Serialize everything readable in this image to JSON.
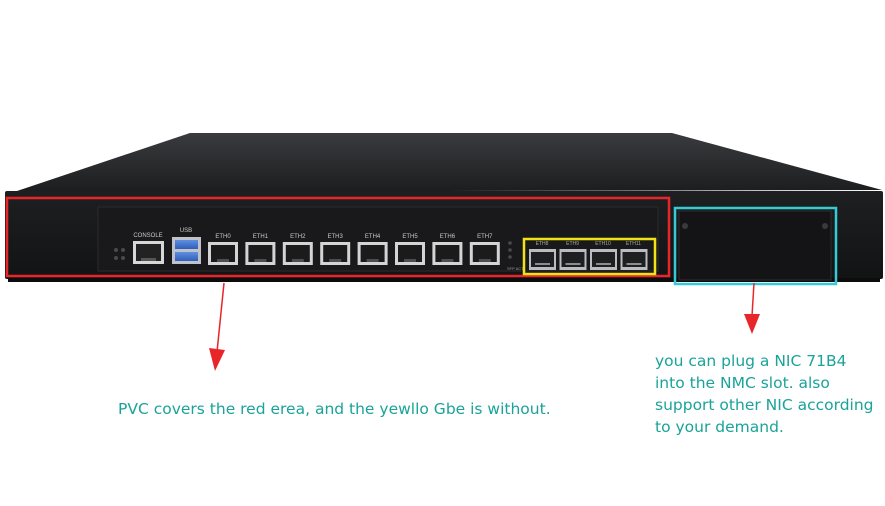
{
  "device": {
    "console_label": "CONSOLE",
    "usb_label": "USB",
    "eth_ports": [
      "ETH0",
      "ETH1",
      "ETH2",
      "ETH3",
      "ETH4",
      "ETH5",
      "ETH6",
      "ETH7"
    ],
    "sfp_ports": [
      "ETH8",
      "ETH9",
      "ETH10",
      "ETH11"
    ],
    "sfp_small_label": "SFP ACT",
    "body_color": "#1a1b1d"
  },
  "annotations": {
    "red_box_color": "#e8262a",
    "yellow_box_color": "#f2e318",
    "cyan_box_color": "#37c9d6",
    "arrow_color": "#e8262a",
    "caption_color": "#1aa39a",
    "left_caption": "PVC covers the red erea, and the yewllo Gbe is without.",
    "right_caption_lines": [
      "you can plug a NIC 71B4",
      "into the NMC slot. also",
      "support other NIC according",
      "to your demand."
    ]
  }
}
